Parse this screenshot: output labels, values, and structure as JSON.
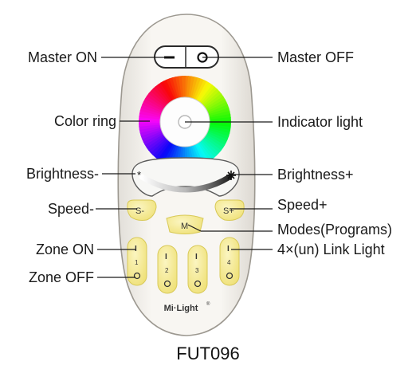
{
  "labels": {
    "master_on": "Master ON",
    "master_off": "Master OFF",
    "color_ring": "Color ring",
    "indicator_light": "Indicator light",
    "brightness_minus": "Brightness-",
    "brightness_plus": "Brightness+",
    "speed_minus": "Speed-",
    "speed_plus": "Speed+",
    "modes": "Modes(Programs)",
    "zone_on": "Zone ON",
    "zone_off": "Zone OFF",
    "link_light": "4×(un) Link Light"
  },
  "remote": {
    "model": "FUT096",
    "brand": "Mi·Light",
    "brand_mark": "®",
    "speed_minus_key": "S-",
    "speed_plus_key": "S+",
    "mode_key": "M",
    "zones": [
      "1",
      "2",
      "3",
      "4"
    ],
    "on_symbol": "I",
    "off_symbol": "O",
    "body_color": "#f3f0eb",
    "key_color": "#f4e88e"
  }
}
